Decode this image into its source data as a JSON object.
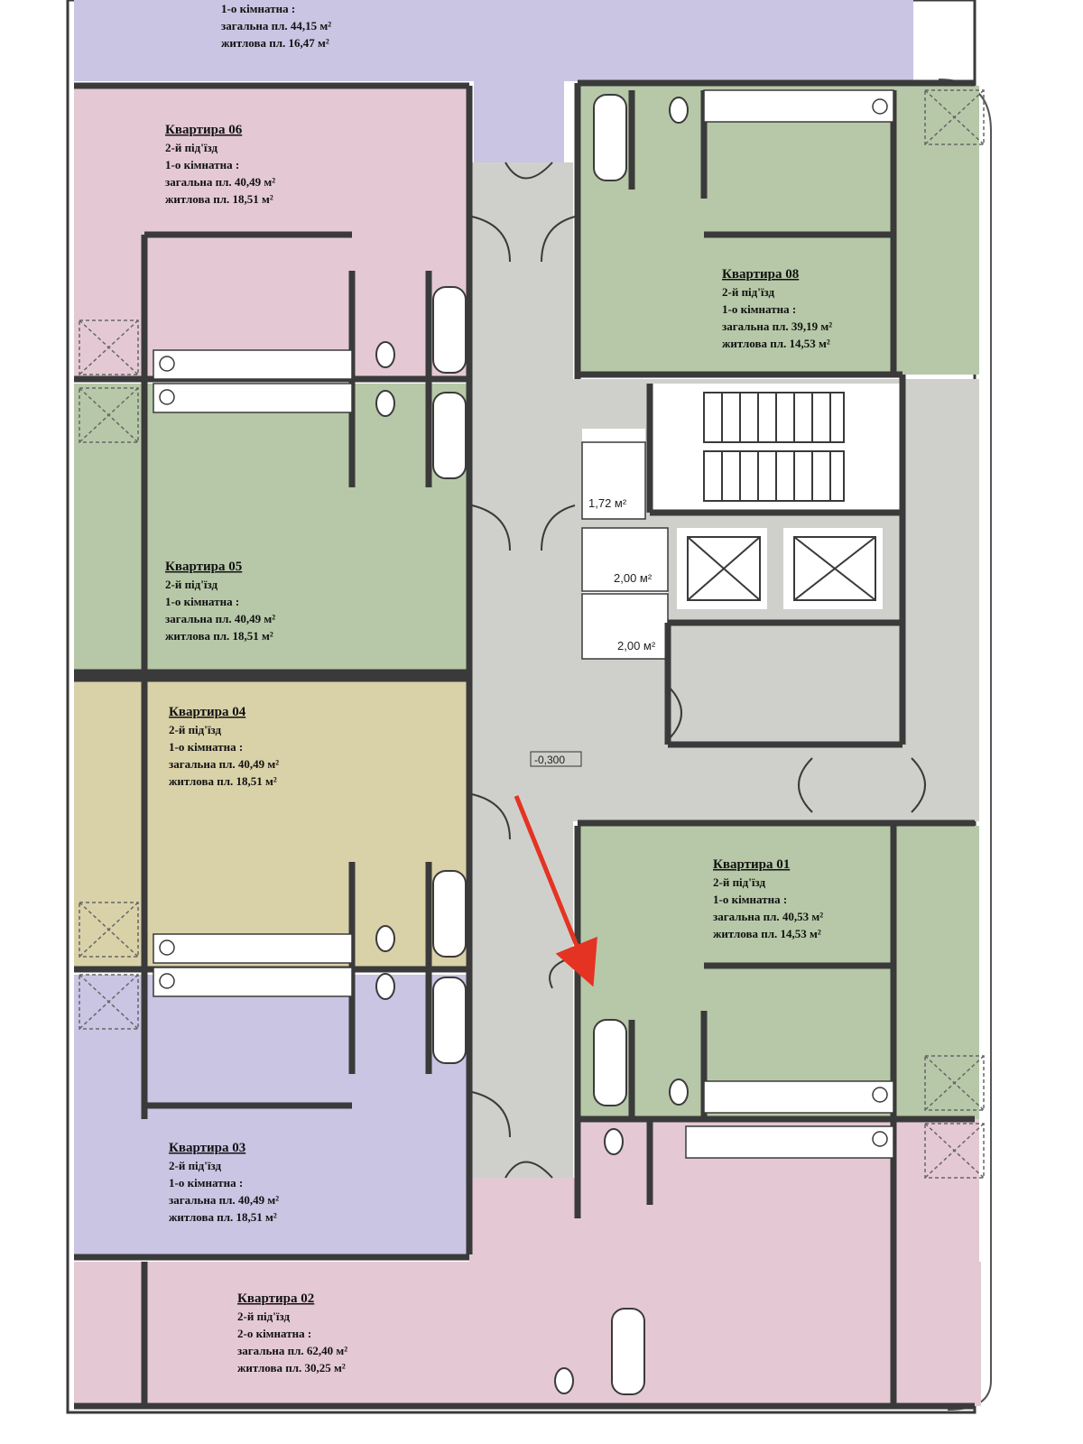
{
  "colors": {
    "purple": "#c9c5e3",
    "pink": "#e4c9d4",
    "green": "#b7c8a8",
    "khaki": "#d9d1a8",
    "corridor": "#cfd0cc",
    "wall": "#3a3a3a",
    "arrow": "#e53323"
  },
  "apartments": [
    {
      "id": "top",
      "title": "",
      "lines": [
        "1-о кімнатна :",
        "загальна пл. 44,15 м²",
        "житлова пл. 16,47 м²"
      ]
    },
    {
      "id": "apt-06",
      "title": "Квартира 06",
      "lines": [
        "2-й під'їзд",
        "1-о кімнатна :",
        "загальна пл. 40,49 м²",
        "житлова пл. 18,51 м²"
      ]
    },
    {
      "id": "apt-05",
      "title": "Квартира 05",
      "lines": [
        "2-й під'їзд",
        "1-о кімнатна :",
        "загальна пл. 40,49 м²",
        "житлова пл. 18,51 м²"
      ]
    },
    {
      "id": "apt-04",
      "title": "Квартира 04",
      "lines": [
        "2-й під'їзд",
        "1-о кімнатна :",
        "загальна пл. 40,49 м²",
        "житлова пл. 18,51 м²"
      ]
    },
    {
      "id": "apt-03",
      "title": "Квартира 03",
      "lines": [
        "2-й під'їзд",
        "1-о кімнатна :",
        "загальна пл. 40,49 м²",
        "житлова пл. 18,51 м²"
      ]
    },
    {
      "id": "apt-02",
      "title": "Квартира 02",
      "lines": [
        "2-й під'їзд",
        "2-о кімнатна :",
        "загальна пл. 62,40 м²",
        "житлова пл. 30,25 м²"
      ]
    },
    {
      "id": "apt-08",
      "title": "Квартира 08",
      "lines": [
        "2-й під'їзд",
        "1-о кімнатна :",
        "загальна пл. 39,19 м²",
        "житлова пл. 14,53 м²"
      ]
    },
    {
      "id": "apt-01",
      "title": "Квартира 01",
      "lines": [
        "2-й під'їзд",
        "1-о кімнатна :",
        "загальна пл. 40,53 м²",
        "житлова пл. 14,53 м²"
      ]
    }
  ],
  "small_rooms": [
    "1,72 м²",
    "2,00 м²",
    "2,00 м²"
  ],
  "level_mark": "-0,300"
}
